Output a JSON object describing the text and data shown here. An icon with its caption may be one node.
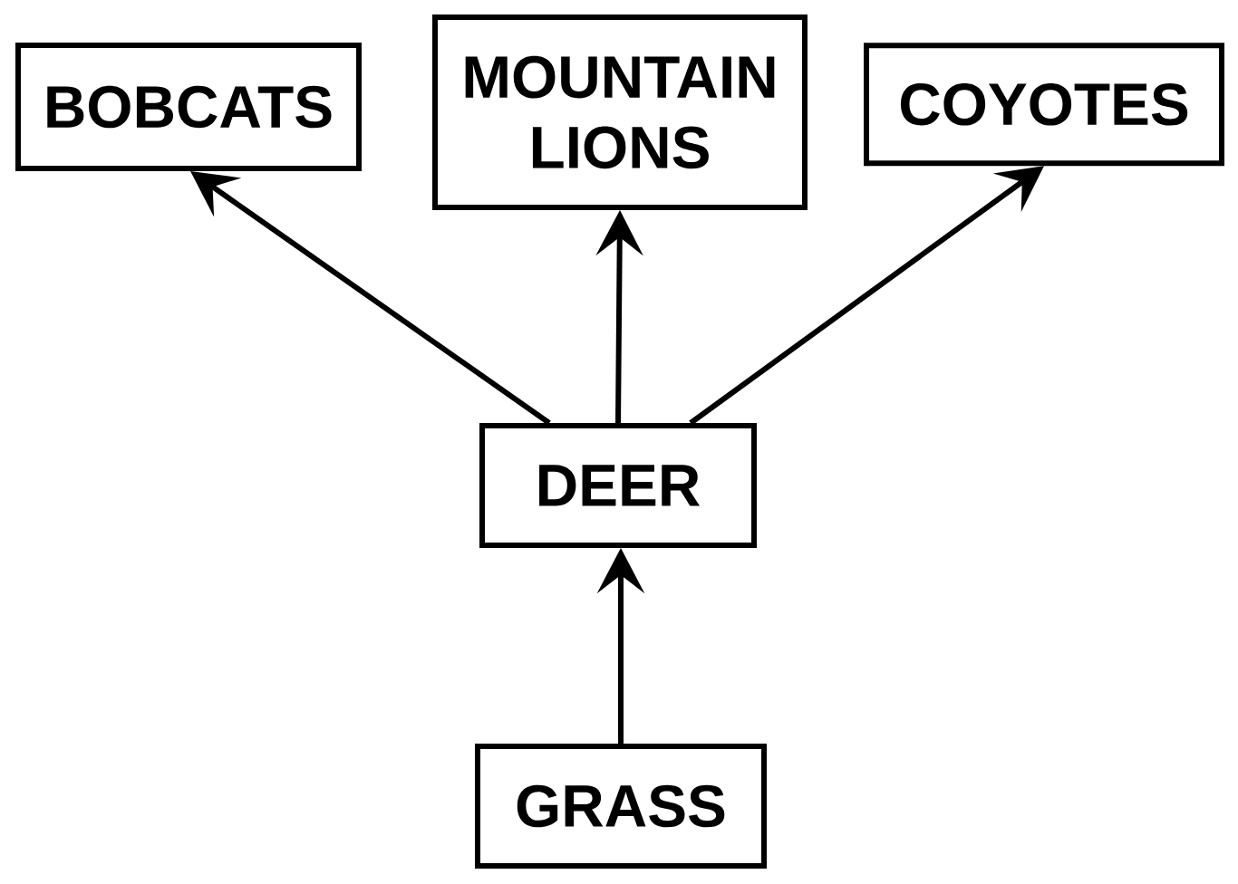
{
  "diagram": {
    "nodes": [
      {
        "text": [
          "BOBCATS"
        ]
      },
      {
        "text": [
          "MOUNTAIN LIONS"
        ]
      },
      {
        "text": [
          "COYOTES"
        ]
      },
      {
        "text": [
          "DEER"
        ]
      },
      {
        "text": [
          "GRASS"
        ]
      }
    ],
    "edges": [
      {
        "from": 3,
        "to": 0,
        "arrow": "to"
      },
      {
        "from": 3,
        "to": 1,
        "arrow": "to"
      },
      {
        "from": 3,
        "to": 2,
        "arrow": "to"
      },
      {
        "from": 4,
        "to": 3,
        "arrow": "to"
      }
    ]
  }
}
